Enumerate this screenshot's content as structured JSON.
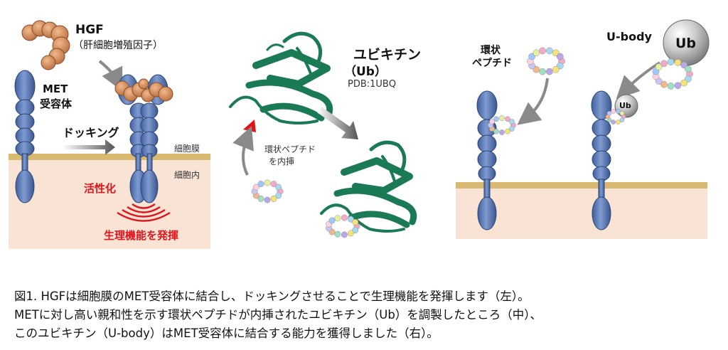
{
  "left_panel": {
    "hgf_title": "HGF",
    "hgf_sub": "（肝細胞増殖因子）",
    "met_line1": "MET",
    "met_line2": "受容体",
    "docking": "ドッキング",
    "membrane": "細胞膜",
    "intracellular": "細胞内",
    "activation": "活性化",
    "function": "生理機能を発揮"
  },
  "middle_panel": {
    "ub_title": "ユビキチン",
    "ub_sub": "（Ub）",
    "pdb": "PDB:1UBQ",
    "insert_line1": "環状ペプチド",
    "insert_line2": "を内挿"
  },
  "right_panel": {
    "peptide_line1": "環状",
    "peptide_line2": "ペプチド",
    "ubody": "U-body",
    "ub_ball_large": "Ub",
    "ub_ball_small": "Ub"
  },
  "caption": {
    "line1": "図1. HGFは細胞膜のMET受容体に結合し、ドッキングさせることで生理機能を発揮します（左）。",
    "line2": "METに対し高い親和性を示す環状ペプチドが内挿されたユビキチン（Ub）を調製したところ（中）、",
    "line3": "このユビキチン（U-body）はMET受容体に結合する能力を獲得しました（右）。"
  },
  "colors": {
    "receptor": "#5b79b5",
    "hgf": "#cf8a5a",
    "membrane": "#d9b870",
    "cytoplasm": "#f8e3d4",
    "ubiquitin": "#1a7a55",
    "red": "#e0151b"
  }
}
